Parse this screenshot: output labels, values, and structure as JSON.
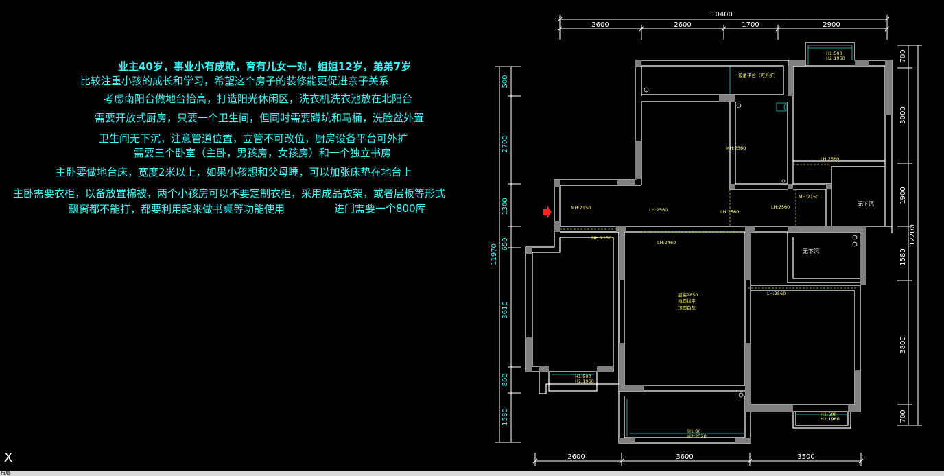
{
  "notes": [
    {
      "text": "业主40岁，事业小有成就，育有儿女一对，姐姐12岁，弟弟7岁",
      "bold": true
    },
    {
      "text": "比较注重小孩的成长和学习，希望这个房子的装修能更促进亲子关系"
    },
    {
      "text": "考虑南阳台做地台抬高，打造阳光休闲区，洗衣机洗衣池放在北阳台"
    },
    {
      "text": "需要开放式厨房，只要一个卫生间，但同时需要蹲坑和马桶，洗脸盆外置"
    },
    {
      "text": "卫生间无下沉，注意管道位置，立管不可改位，厨房设备平台可外扩"
    },
    {
      "text": "需要三个卧室（主卧，男孩房，女孩房）和一个独立书房"
    },
    {
      "text": "主卧要做地台床，宽度2米以上，如果小孩想和父母睡，可以加张床垫在地台上"
    },
    {
      "text": "主卧需要衣柜，以备放置棉被，两个小孩房可以不要定制衣柜，采用成品衣架，或者层板等形式"
    },
    {
      "text": "飘窗都不能打，都要利用起来做书桌等功能使用"
    },
    {
      "text": "进门需要一个800库"
    }
  ],
  "dims": {
    "top_total": "10400",
    "top": [
      "2600",
      "2600",
      "1700",
      "2900"
    ],
    "bottom": [
      "2600",
      "3600",
      "3500"
    ],
    "left_total": "11970",
    "left": [
      "500",
      "2700",
      "1300",
      "650",
      "3610",
      "800",
      "1580"
    ],
    "right_total": "12200",
    "right": [
      "700",
      "3000",
      "1900",
      "1580",
      "3800",
      "700"
    ]
  },
  "labels": {
    "window_top": [
      "H1:500",
      "H2:1960"
    ],
    "window_left": [
      "H1:500",
      "H2:1960"
    ],
    "window_bottom_right": [
      "H1:500",
      "H2:1960"
    ],
    "window_bottom_mid": [
      "H1:80",
      "H2:2320"
    ],
    "equip_platform": "设备平台（可外扩）",
    "no_sink_1": "无下沉",
    "no_sink_2": "无下沉",
    "mh_2150_a": "MH:2150",
    "mh_2150_b": "MH:2150",
    "mh_2150_c": "MH:2150",
    "mh_2560": "MH:2560",
    "lh_2560_a": "LH:2560",
    "lh_2560_b": "LH:2560",
    "lh_2560_c": "LH:2560",
    "lh_2560_d": "LH:2560",
    "lh_2460": "LH:2460",
    "lh_2560_e": "LH:2560",
    "center_info": [
      "层高2850",
      "地面找平",
      "顶面白灰"
    ]
  },
  "ui": {
    "layout_tab": "布局",
    "ucs": "X"
  },
  "colors": {
    "background": "#000000",
    "notes": "#33ffff",
    "wall": "#ffffff",
    "column": "#808080",
    "dim": "#ffffff",
    "dim_text": "#ffff66",
    "side_dim_text": "#33ffff",
    "marker": "#ff2020"
  }
}
